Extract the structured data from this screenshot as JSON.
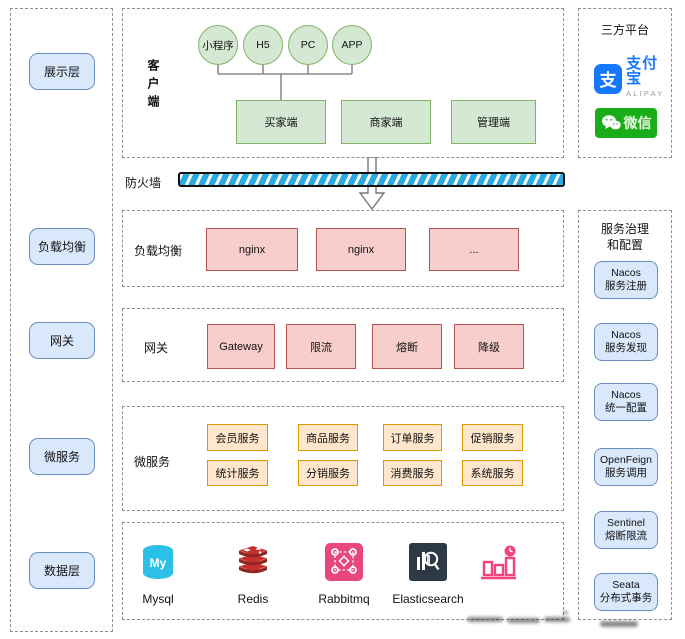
{
  "sidebar": {
    "items": [
      {
        "label": "展示层"
      },
      {
        "label": "负载均衡"
      },
      {
        "label": "网关"
      },
      {
        "label": "微服务"
      },
      {
        "label": "数据层"
      }
    ]
  },
  "client": {
    "label": "客户端",
    "terminals": [
      {
        "label": "小程序"
      },
      {
        "label": "H5"
      },
      {
        "label": "PC"
      },
      {
        "label": "APP"
      }
    ],
    "apps": [
      {
        "label": "买家端"
      },
      {
        "label": "商家端"
      },
      {
        "label": "管理端"
      }
    ]
  },
  "firewall": {
    "label": "防火墙"
  },
  "load_balancer": {
    "label": "负载均衡",
    "nodes": [
      {
        "label": "nginx"
      },
      {
        "label": "nginx"
      },
      {
        "label": "..."
      }
    ]
  },
  "gateway": {
    "label": "网关",
    "nodes": [
      {
        "label": "Gateway"
      },
      {
        "label": "限流"
      },
      {
        "label": "熔断"
      },
      {
        "label": "降级"
      }
    ]
  },
  "microservices": {
    "label": "微服务",
    "row1": [
      {
        "label": "会员服务"
      },
      {
        "label": "商品服务"
      },
      {
        "label": "订单服务"
      },
      {
        "label": "促销服务"
      }
    ],
    "row2": [
      {
        "label": "统计服务"
      },
      {
        "label": "分销服务"
      },
      {
        "label": "消费服务"
      },
      {
        "label": "系统服务"
      }
    ]
  },
  "data_layer": {
    "mysql_glyph": "My",
    "items": [
      {
        "label": "Mysql"
      },
      {
        "label": "Redis"
      },
      {
        "label": "Rabbitmq"
      },
      {
        "label": "Elasticsearch"
      },
      {
        "label": ""
      }
    ]
  },
  "third_party": {
    "title": "三方平台",
    "alipay_glyph": "支",
    "alipay_name": "支付宝",
    "alipay_sub": "ALIPAY",
    "wechat_name": "微信"
  },
  "governance": {
    "title_line1": "服务治理",
    "title_line2": "和配置",
    "items": [
      {
        "line1": "Nacos",
        "line2": "服务注册"
      },
      {
        "line1": "Nacos",
        "line2": "服务发现"
      },
      {
        "line1": "Nacos",
        "line2": "统一配置"
      },
      {
        "line1": "OpenFeign",
        "line2": "服务调用"
      },
      {
        "line1": "Sentinel",
        "line2": "熔断限流"
      },
      {
        "line1": "Seata",
        "line2": "分布式事务"
      }
    ]
  },
  "colors": {
    "green_fill": "#D5E8D4",
    "green_border": "#82B366",
    "blue_fill": "#DAE8FC",
    "blue_border": "#6C8EBF",
    "red_fill": "#F8CECC",
    "red_border": "#B85450",
    "orange_fill": "#FFE6CC",
    "orange_border": "#D79B00",
    "firewall_stripe": "#29ABE2",
    "alipay_blue": "#1677FF",
    "wechat_green": "#1AAD19",
    "mysql_cyan": "#2BC1E6",
    "redis_red": "#A41E11",
    "rabbitmq_pink": "#E8467C",
    "elasticsearch_dark": "#2D3A46",
    "chart_pink": "#F2447C"
  }
}
